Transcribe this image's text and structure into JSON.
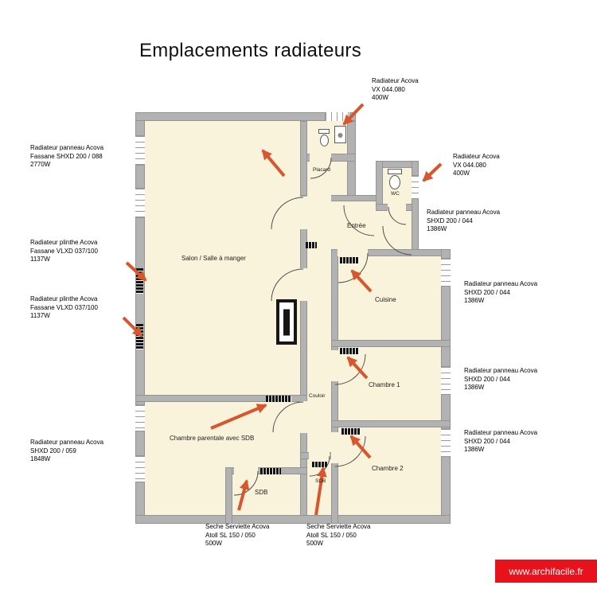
{
  "title": "Emplacements radiateurs",
  "watermark": "www.archifacile.fr",
  "colors": {
    "arrow": "#d9552e",
    "wall": "#b2b2b2",
    "floor": "#f8f3da",
    "banner": "#e8121c"
  },
  "rooms": {
    "salon": "Salon / Salle à manger",
    "placard": "Placard",
    "entree": "Entrée",
    "wc": "WC",
    "cuisine": "Cuisine",
    "chambre1": "Chambre 1",
    "couloir": "Couloir",
    "chambre_parentale": "Chambre parentale avec SDB",
    "sdb": "SDB",
    "sdb_petite": "SDB",
    "chambre2": "Chambre 2"
  },
  "notes": {
    "top_vx": [
      "Radiateur Acova",
      "VX 044.080",
      "400W"
    ],
    "left_fassane_shxd": [
      "Radiateur panneau Acova",
      "Fassane SHXD 200 / 088",
      "2770W"
    ],
    "left_vlxd_1": [
      "Radiateur plinthe Acova",
      "Fassane VLXD 037/100",
      "1137W"
    ],
    "left_vlxd_2": [
      "Radiateur plinthe Acova",
      "Fassane VLXD 037/100",
      "1137W"
    ],
    "left_shxd_059": [
      "Radiateur panneau Acova",
      "SHXD 200 / 059",
      "1848W"
    ],
    "right_vx": [
      "Radiateur Acova",
      "VX 044.080",
      "400W"
    ],
    "right_shxd_entree": [
      "Radiateur panneau Acova",
      "SHXD 200 / 044",
      "1386W"
    ],
    "right_shxd_cuisine": [
      "Radiateur panneau Acova",
      "SHXD 200 / 044",
      "1386W"
    ],
    "right_shxd_ch1": [
      "Radiateur panneau Acova",
      "SHXD 200 / 044",
      "1386W"
    ],
    "right_shxd_ch2": [
      "Radiateur panneau Acova",
      "SHXD 200 / 044",
      "1386W"
    ],
    "seche_1": [
      "Seche Serviette Acova",
      "Atoll SL 150 / 050",
      "500W"
    ],
    "seche_2": [
      "Seche Serviette Acova",
      "Atoll SL 150 / 050",
      "500W"
    ]
  }
}
